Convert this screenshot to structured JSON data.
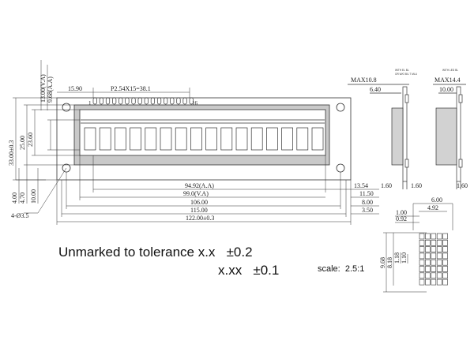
{
  "front_view": {
    "dims": {
      "top_offset": "15.90",
      "pin_pitch": "P2.54X15=38.1",
      "pin_first": "1",
      "pin_last": "16",
      "va_height": "13.00(V.A)",
      "aa_height": "9.68(A.A)",
      "outline_height": "33.00±0.3",
      "bezel_height": "25.00",
      "window_height": "23.60",
      "off_4": "4.00",
      "off_470": "4.70",
      "off_10": "10.00",
      "hole": "4-Ø3.5",
      "aa_width": "94.92(A.A)",
      "va_width": "99.0(V.A)",
      "w106": "106.00",
      "w115": "115.00",
      "w122": "122.00±0.3",
      "r1354": "13.54",
      "r160": "1.60",
      "r1150": "11.50",
      "r800": "8.00",
      "r350": "3.50"
    }
  },
  "side_view_1": {
    "max_label": "MAX10.8",
    "note": "WITH EL BL",
    "note2": "OR W/O B/L T MLU",
    "thick": "6.40",
    "bottom": "1.60"
  },
  "side_view_2": {
    "max_label": "MAX14.4",
    "note": "WITH LED BL",
    "thick": "10.00",
    "bottom": "1.60"
  },
  "char_detail": {
    "w600": "6.00",
    "w492": "4.92",
    "p100": "1.00",
    "p092": "0.92",
    "h968": "9.68",
    "h818": "8.18",
    "h118": "1.18",
    "h110": "1.10"
  },
  "notes": {
    "tolerance_1": "Unmarked to tolerance x.x   ±0.2",
    "tolerance_2": "x.xx   ±0.1",
    "scale": "scale:  2.5:1"
  }
}
